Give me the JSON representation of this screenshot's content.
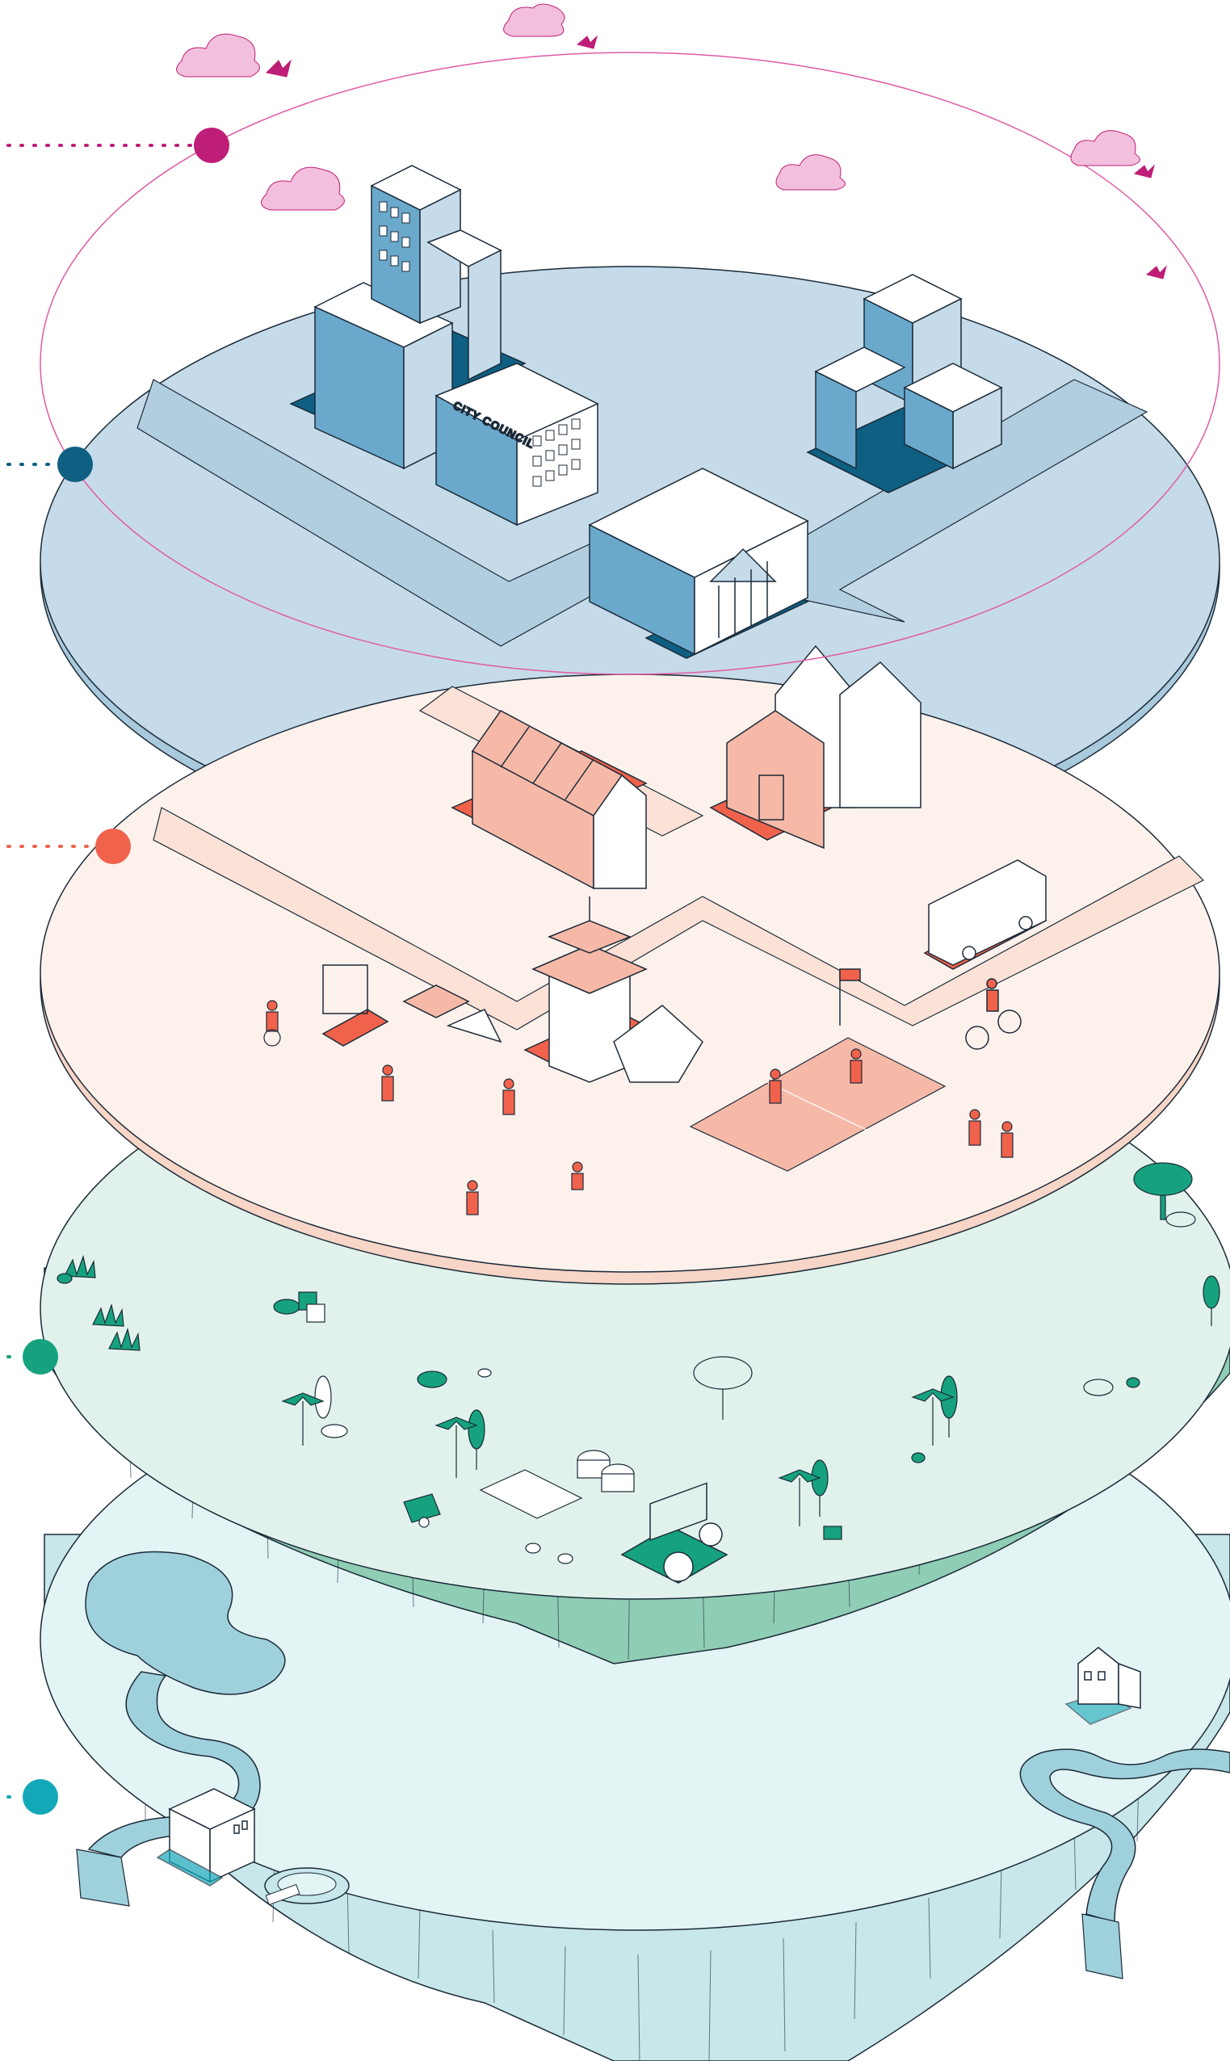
{
  "colors": {
    "purple": "#be1e78",
    "navy": "#0e5f82",
    "coral": "#f0624b",
    "green": "#16a27e",
    "teal": "#13a8b8",
    "outline": "#1b2a38",
    "cloud_pink": "#f2bfdc",
    "blue_fill": "#c6dbe9",
    "blue_dark": "#6aa9cc",
    "peach_fill": "#fdf1ec",
    "peach_road": "#fbe1d6",
    "salmon": "#f6b9a8",
    "mint_fill": "#e1f2ec",
    "mint_side": "#8fcdb5",
    "aqua_fill": "#e3f4f5",
    "aqua_side": "#c7e7ea",
    "water": "#9fd1dc"
  },
  "layers": [
    {
      "id": "outer-ring",
      "marker_color": "purple",
      "icon": "ring-outline"
    },
    {
      "id": "city-layer",
      "marker_color": "navy",
      "icon": "civic-buildings"
    },
    {
      "id": "community-layer",
      "marker_color": "coral",
      "icon": "community-life"
    },
    {
      "id": "land-layer",
      "marker_color": "green",
      "icon": "land-agriculture"
    },
    {
      "id": "water-layer",
      "marker_color": "teal",
      "icon": "water-rivers"
    }
  ],
  "city": {
    "building_sign": "CITY COUNCIL"
  },
  "icons": {
    "clouds": "cloud-icon",
    "birds": "bird-icon",
    "trees": "tree-icon",
    "tractor": "tractor-icon",
    "bus": "bus-icon",
    "pagoda": "pagoda-icon",
    "cyclist": "cyclist-icon",
    "waterfall": "waterfall-icon"
  }
}
